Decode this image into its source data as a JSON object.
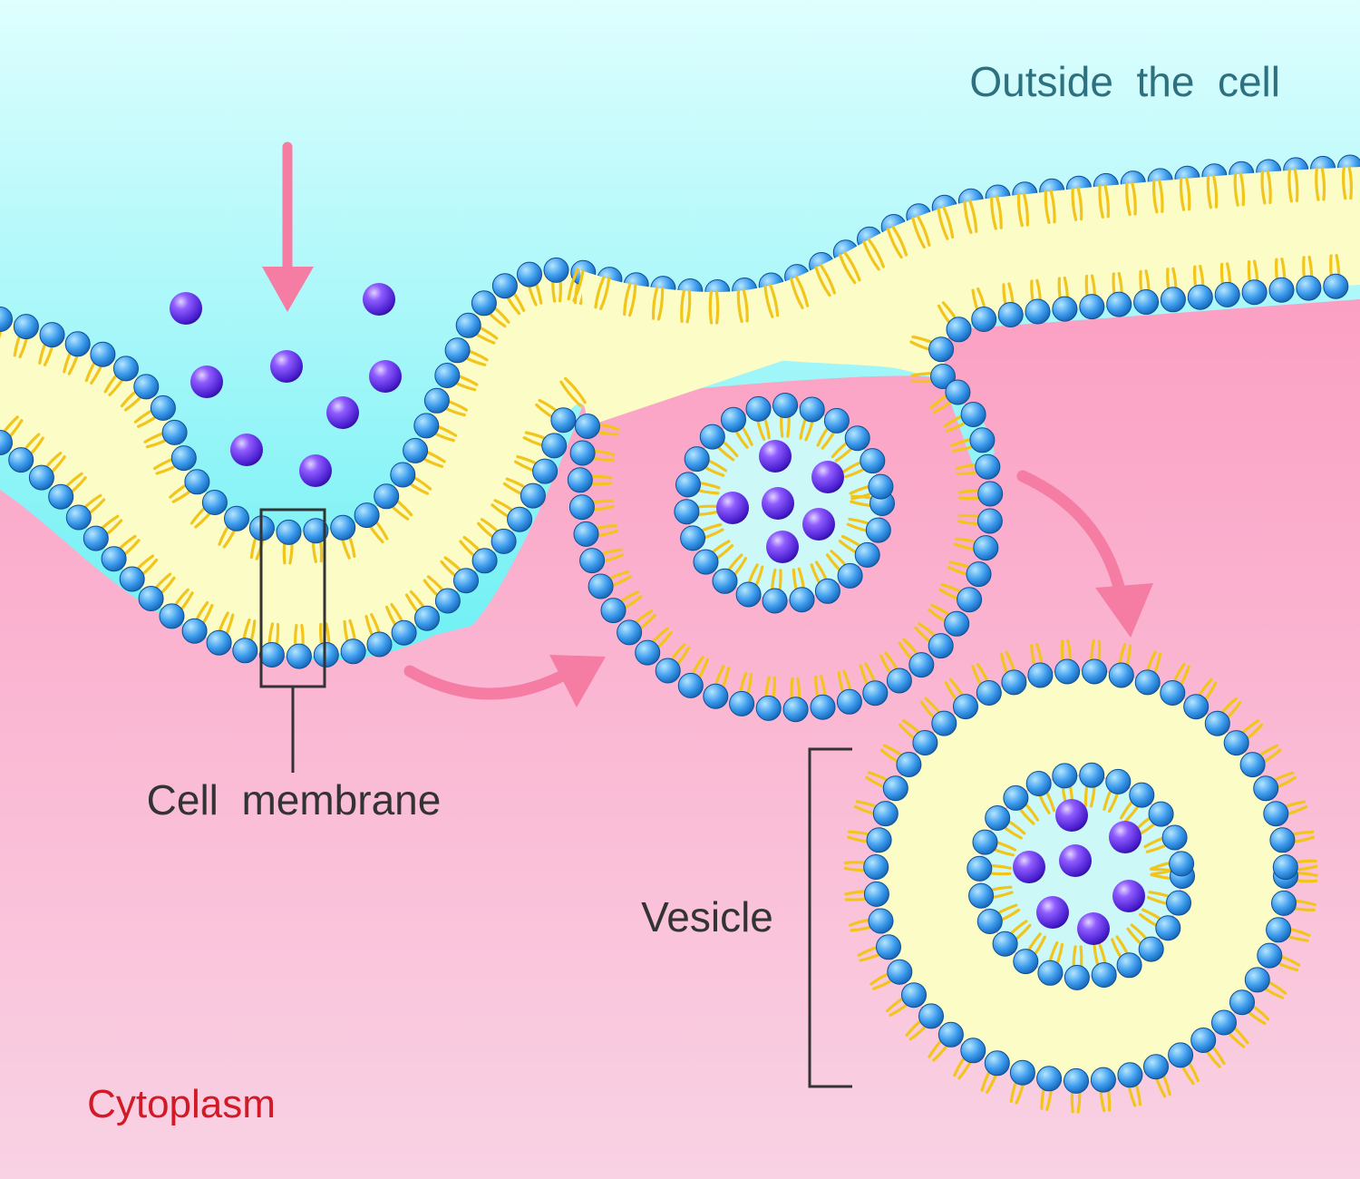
{
  "labels": {
    "outside": "Outside  the  cell",
    "cell_membrane": "Cell  membrane",
    "vesicle": "Vesicle",
    "cytoplasm": "Cytoplasm"
  },
  "colors": {
    "outside_top": "#dffefe",
    "outside_bottom": "#6ef0f4",
    "cytoplasm_top": "#fc8fb8",
    "cytoplasm_bottom": "#f9d2e4",
    "bilayer_fill": "#fbfcc6",
    "phospholipid_tail": "#f2c51d",
    "phospholipid_head": "#1d7fd6",
    "particle": "#4a1fd0",
    "arrow": "#f57da3",
    "outside_label": "#2d7080",
    "cytoplasm_label": "#d11a26",
    "annotation": "#333333"
  },
  "icons": {
    "particle": "solute-particle-icon",
    "head": "phospholipid-head-icon",
    "arrow": "process-arrow-icon"
  }
}
